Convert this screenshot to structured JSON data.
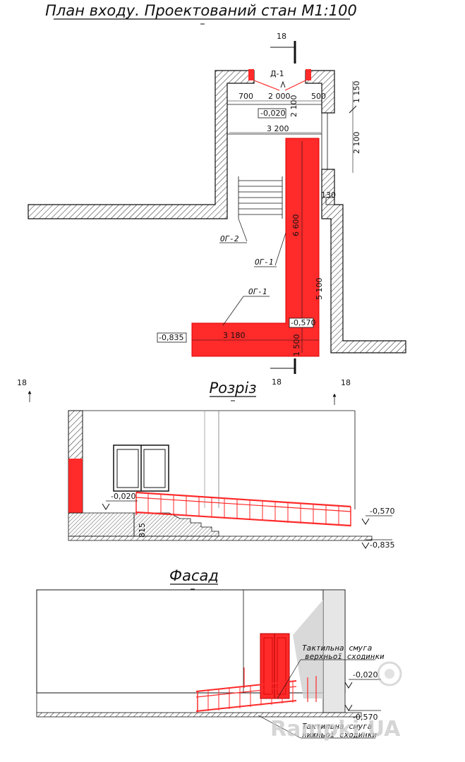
{
  "titles": {
    "plan": "План входу. Проектований стан М1:100",
    "section": "Розріз",
    "facade": "Фасад"
  },
  "plan": {
    "door_mark": "Д-1",
    "section_marks": [
      "18",
      "18"
    ],
    "dims": {
      "d700": "700",
      "d2000": "2 000",
      "d500": "500",
      "d3200": "3 200",
      "d2100_v": "2 100",
      "d1150": "1 150",
      "d2100_side": "2 100",
      "d130": "130",
      "d6600": "6 600",
      "d5100": "5 100",
      "d3180": "3 180",
      "d1500": "1 500"
    },
    "levels": {
      "top": "-0,020",
      "landing": "-0,570",
      "ground": "-0,835"
    },
    "callouts": {
      "og2": "ОГ-2",
      "og1_upper": "ОГ-1",
      "og1_lower": "ОГ-1"
    }
  },
  "section": {
    "marks": [
      "18",
      "18"
    ],
    "levels": {
      "top": "-0,020",
      "landing": "-0,570",
      "ground": "-0,835"
    },
    "dim_815": "815"
  },
  "facade": {
    "levels": {
      "top": "-0,020",
      "bottom": "-0,570"
    },
    "note_upper": [
      "Тактильна смуга",
      "верхньої сходинки"
    ],
    "note_lower": [
      "Тактильна смуга",
      "нижньої сходинки"
    ]
  },
  "watermark": "Rampki.UA",
  "colors": {
    "ramp_red": "#ff2a2a",
    "line": "#111111",
    "wall_hatch": "#222222"
  }
}
